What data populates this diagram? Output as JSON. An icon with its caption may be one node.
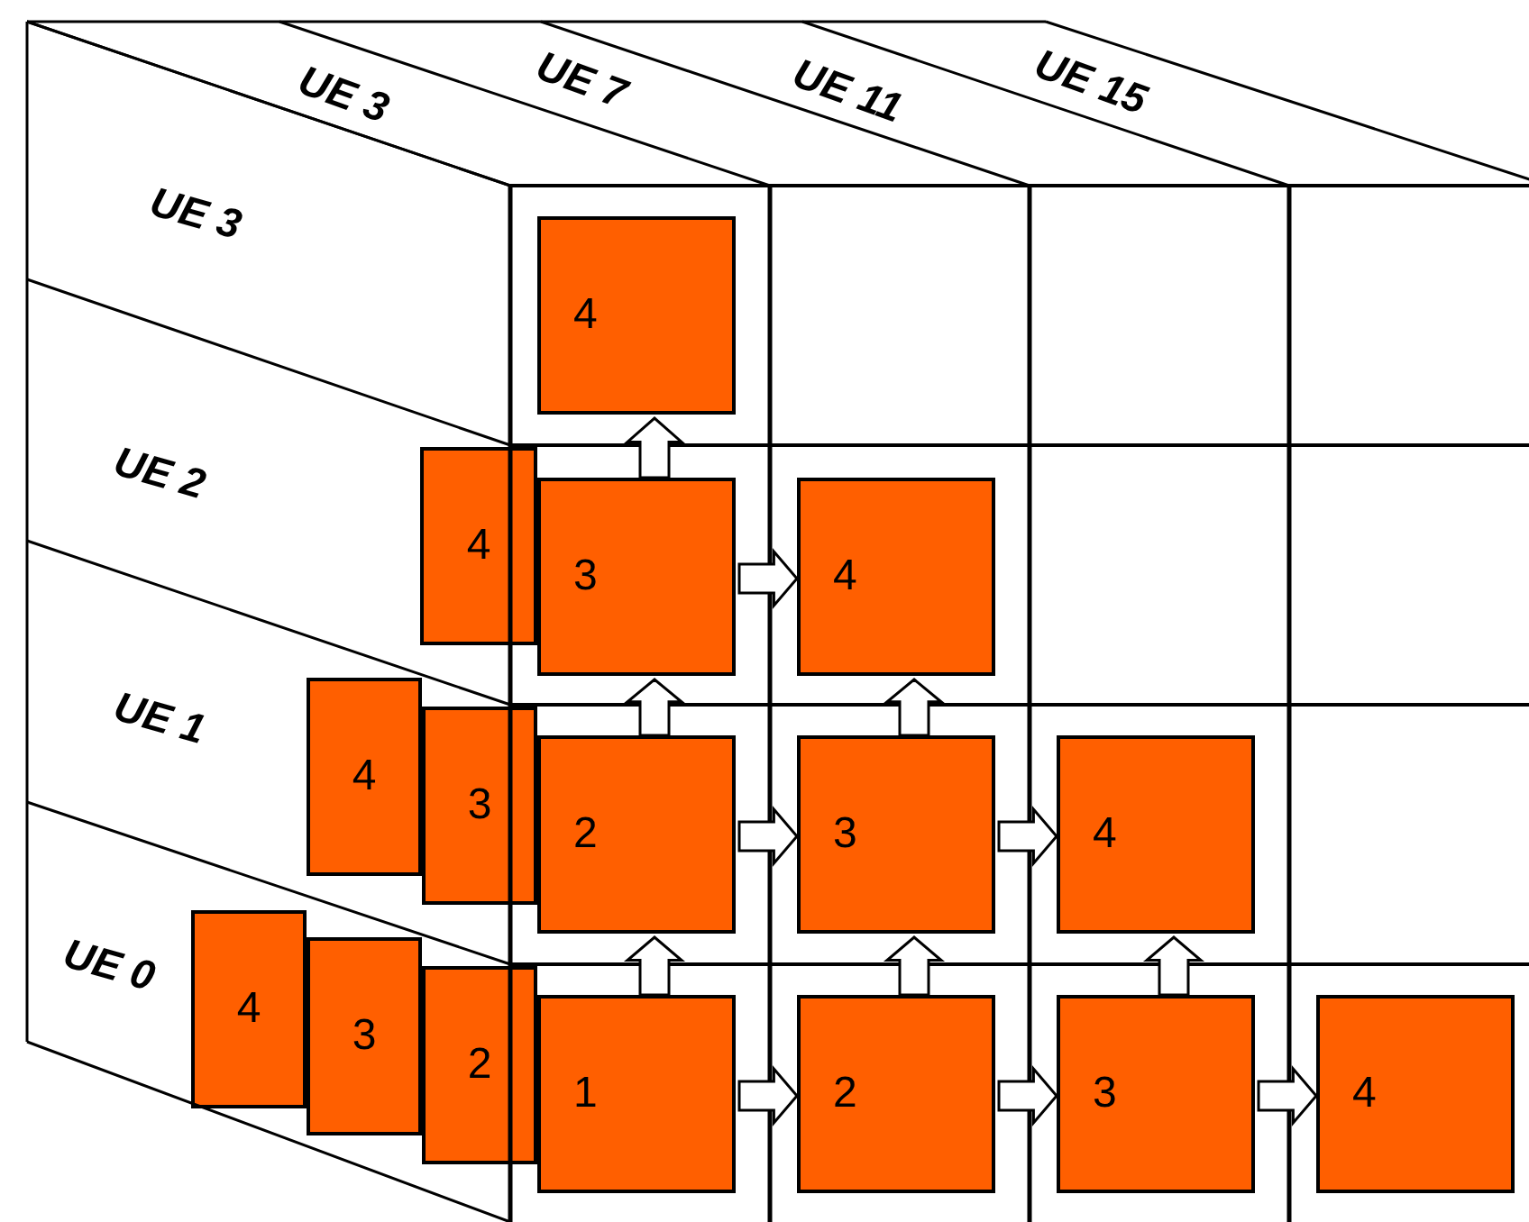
{
  "diagram": {
    "nodes": [
      {
        "text": [
          "4"
        ]
      },
      {
        "text": [
          "4"
        ]
      },
      {
        "text": [
          "3"
        ]
      },
      {
        "text": [
          "4"
        ]
      },
      {
        "text": [
          "4"
        ]
      },
      {
        "text": [
          "3"
        ]
      },
      {
        "text": [
          "2"
        ]
      },
      {
        "text": [
          "3"
        ]
      },
      {
        "text": [
          "4"
        ]
      },
      {
        "text": [
          "4"
        ]
      },
      {
        "text": [
          "3"
        ]
      },
      {
        "text": [
          "2"
        ]
      },
      {
        "text": [
          "1"
        ]
      },
      {
        "text": [
          "2"
        ]
      },
      {
        "text": [
          "3"
        ]
      },
      {
        "text": [
          "4"
        ]
      }
    ],
    "edges": [
      {
        "from": 2,
        "to": 0,
        "arrow": "to"
      },
      {
        "from": 2,
        "to": 3,
        "arrow": "to"
      },
      {
        "from": 6,
        "to": 2,
        "arrow": "to"
      },
      {
        "from": 7,
        "to": 3,
        "arrow": "to"
      },
      {
        "from": 6,
        "to": 7,
        "arrow": "to"
      },
      {
        "from": 7,
        "to": 8,
        "arrow": "to"
      },
      {
        "from": 12,
        "to": 6,
        "arrow": "to"
      },
      {
        "from": 13,
        "to": 7,
        "arrow": "to"
      },
      {
        "from": 14,
        "to": 8,
        "arrow": "to"
      },
      {
        "from": 12,
        "to": 13,
        "arrow": "to"
      },
      {
        "from": 13,
        "to": 14,
        "arrow": "to"
      },
      {
        "from": 14,
        "to": 15,
        "arrow": "to"
      }
    ],
    "labels": [
      "UE 3",
      "UE 7",
      "UE 11",
      "UE 15",
      "UE 3",
      "UE 2",
      "UE 1",
      "UE 0"
    ]
  }
}
